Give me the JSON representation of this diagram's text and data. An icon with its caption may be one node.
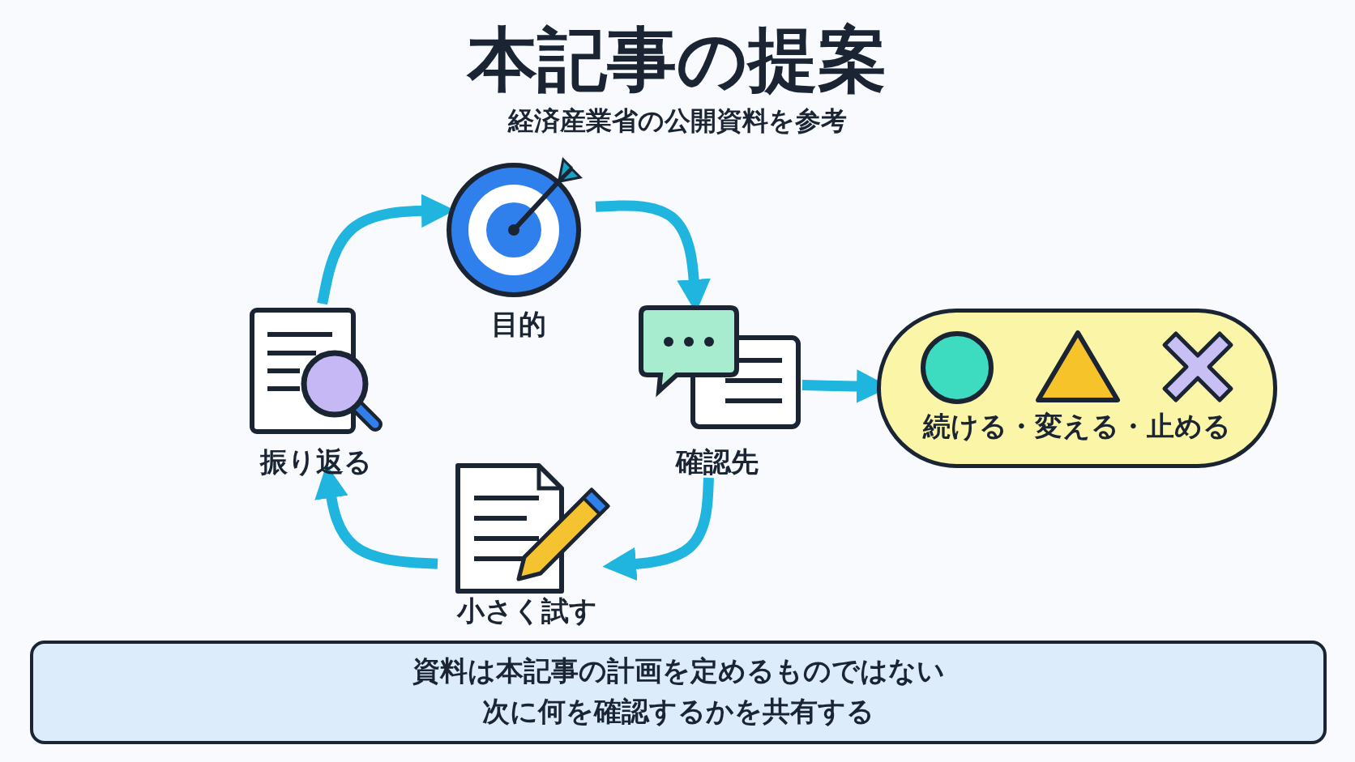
{
  "diagram": {
    "title": "本記事の提案",
    "nodes": [
      {
        "text": [
          "目的"
        ]
      },
      {
        "text": [
          "確認先"
        ]
      },
      {
        "text": [
          "小さく試す"
        ]
      },
      {
        "text": [
          "振り返る"
        ]
      },
      {
        "text": [
          "続ける・変える・止める"
        ]
      },
      {
        "text": [
          "資料は本記事の計画を定めるものではない",
          "次に何を確認するかを共有する"
        ]
      }
    ],
    "edges": [
      {
        "from": 0,
        "to": 1,
        "arrow": "to"
      },
      {
        "from": 1,
        "to": 2,
        "arrow": "to"
      },
      {
        "from": 2,
        "to": 3,
        "arrow": "to"
      },
      {
        "from": 3,
        "to": 0,
        "arrow": "to"
      },
      {
        "from": 1,
        "to": 4,
        "arrow": "to"
      }
    ],
    "labels": [
      "経済産業省の公開資料を参考"
    ]
  }
}
